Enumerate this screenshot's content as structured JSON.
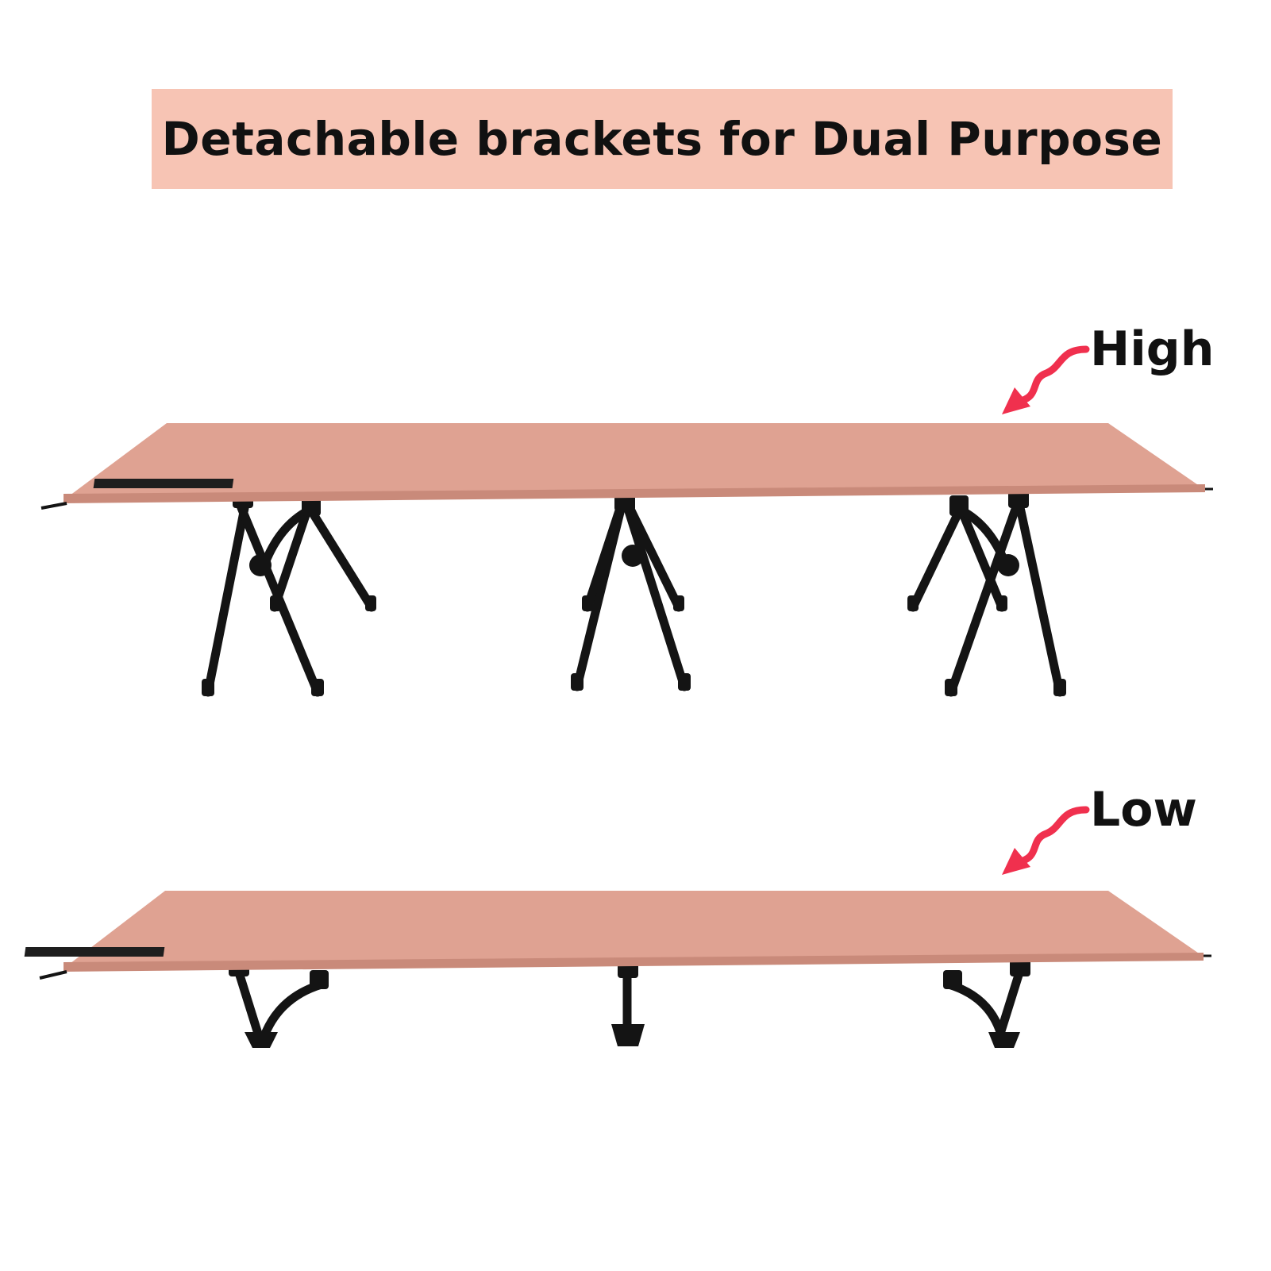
{
  "banner": {
    "text": "Detachable brackets for Dual Purpose",
    "background": "#f7c4b4"
  },
  "labels": {
    "high": "High",
    "low": "Low"
  },
  "colors": {
    "fabric": "#dfa292",
    "fabric_shade": "#c98a7a",
    "frame": "#141414",
    "arrow": "#f0304e"
  },
  "icons": [
    "squiggle-arrow-icon",
    "squiggle-arrow-icon"
  ]
}
